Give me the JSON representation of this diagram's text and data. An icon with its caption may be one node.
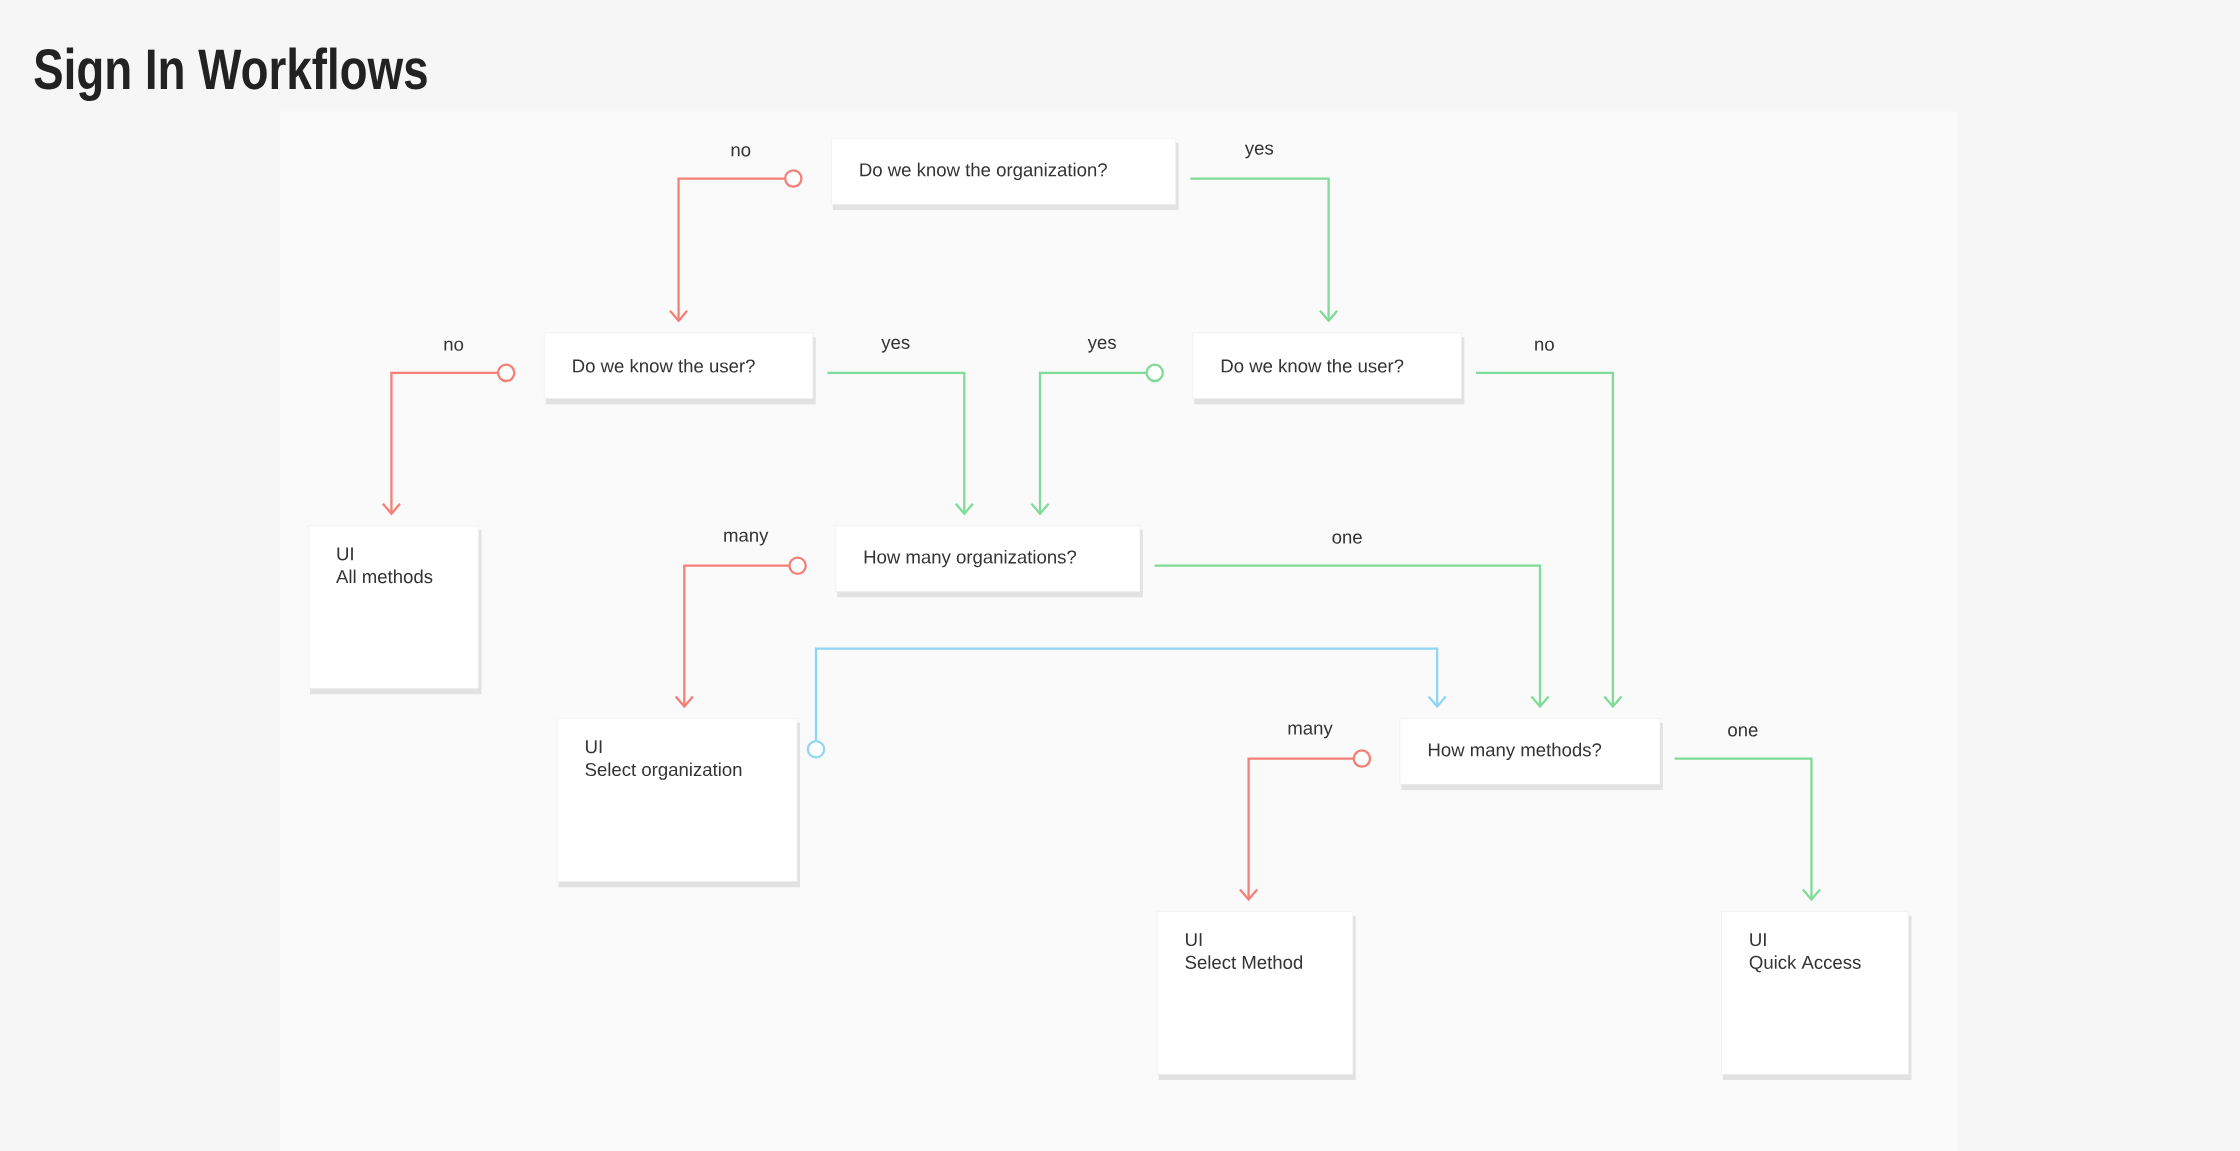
{
  "diagram": {
    "title": "Sign In Workflows",
    "nodes": [
      {
        "text": [
          "Do we know the organization?"
        ]
      },
      {
        "text": [
          "Do we know the user?"
        ]
      },
      {
        "text": [
          "Do we know the user?"
        ]
      },
      {
        "text": [
          "UI",
          "All methods"
        ]
      },
      {
        "text": [
          "How many organizations?"
        ]
      },
      {
        "text": [
          "UI",
          "Select organization"
        ]
      },
      {
        "text": [
          "How many methods?"
        ]
      },
      {
        "text": [
          "UI",
          "Select Method"
        ]
      },
      {
        "text": [
          "UI",
          "Quick Access"
        ]
      }
    ],
    "edges": [
      {
        "from": 0,
        "to": 1,
        "arrow": "to",
        "label": "no",
        "color": "#f47f76"
      },
      {
        "from": 0,
        "to": 2,
        "arrow": "to",
        "label": "yes"
      },
      {
        "from": 1,
        "to": 3,
        "arrow": "to",
        "label": "no",
        "color": "#f47f76"
      },
      {
        "from": 1,
        "to": 4,
        "arrow": "to",
        "label": "yes"
      },
      {
        "from": 2,
        "to": 4,
        "arrow": "to",
        "label": "yes"
      },
      {
        "from": 2,
        "to": 6,
        "arrow": "to",
        "label": "no"
      },
      {
        "from": 4,
        "to": 5,
        "arrow": "to",
        "label": "many",
        "color": "#f47f76"
      },
      {
        "from": 4,
        "to": 6,
        "arrow": "to",
        "label": "one"
      },
      {
        "from": 5,
        "to": 6,
        "arrow": "to",
        "color": "#8fd5f5"
      },
      {
        "from": 6,
        "to": 7,
        "arrow": "to",
        "label": "many",
        "color": "#f47f76"
      },
      {
        "from": 6,
        "to": 8,
        "arrow": "to",
        "label": "one"
      }
    ]
  }
}
